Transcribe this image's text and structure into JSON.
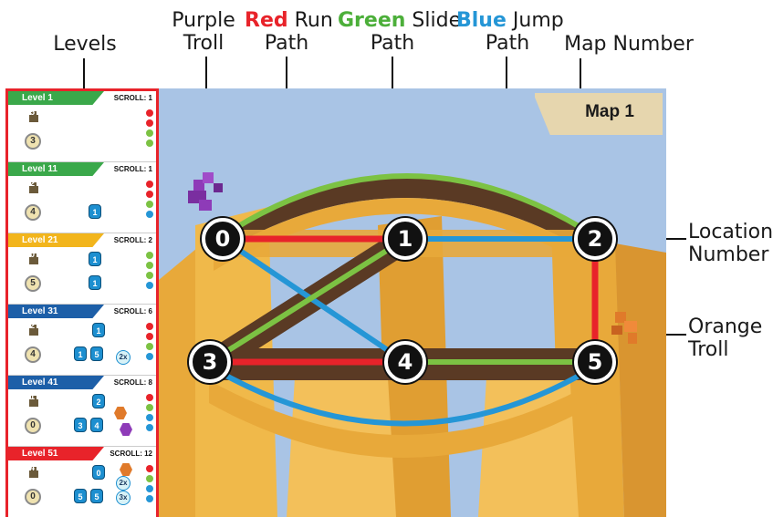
{
  "callouts": {
    "levels": "Levels",
    "purple_troll": [
      "Purple",
      "Troll"
    ],
    "red_path": {
      "color_word": "Red",
      "rest": "Run",
      "line2": "Path"
    },
    "green_path": {
      "color_word": "Green",
      "rest": "Slide",
      "line2": "Path"
    },
    "blue_path": {
      "color_word": "Blue",
      "rest": "Jump",
      "line2": "Path"
    },
    "map_number": "Map Number",
    "location_number": [
      "Location",
      "Number"
    ],
    "orange_troll": [
      "Orange",
      "Troll"
    ]
  },
  "colors": {
    "red": "#e8232a",
    "green": "#7cc243",
    "blue": "#2596d6",
    "rock": "#e8a93a",
    "rock_dark": "#5a3a24",
    "sky": "#a9c4e5"
  },
  "map": {
    "title": "Map 1",
    "locations": [
      "0",
      "1",
      "2",
      "3",
      "4",
      "5"
    ]
  },
  "levels": [
    {
      "name": "Level 1",
      "scroll": "SCROLL: 1",
      "color": "#3aa84a",
      "troll_count": "5",
      "coin": "3",
      "blue_tiles": [],
      "dots": [
        "#e8232a",
        "#e8232a",
        "#7cc243",
        "#7cc243"
      ]
    },
    {
      "name": "Level 11",
      "scroll": "SCROLL: 1",
      "color": "#3aa84a",
      "troll_count": "2",
      "coin": "4",
      "blue_tiles": [
        "1"
      ],
      "dots": [
        "#e8232a",
        "#e8232a",
        "#7cc243",
        "#2596d6"
      ]
    },
    {
      "name": "Level 21",
      "scroll": "SCROLL: 2",
      "color": "#f2b51c",
      "troll_count": "0",
      "coin": "5",
      "blue_tiles": [
        "1",
        "1"
      ],
      "dots": [
        "#7cc243",
        "#7cc243",
        "#7cc243",
        "#2596d6"
      ]
    },
    {
      "name": "Level 31",
      "scroll": "SCROLL: 6",
      "color": "#1d5fa8",
      "troll_count": "2",
      "coin": "4",
      "blue_tiles": [
        "1",
        "1",
        "5"
      ],
      "mult": [
        "2x"
      ],
      "dots": [
        "#e8232a",
        "#e8232a",
        "#7cc243",
        "#2596d6"
      ]
    },
    {
      "name": "Level 41",
      "scroll": "SCROLL: 8",
      "color": "#1d5fa8",
      "troll_count": "1",
      "coin": "0",
      "blue_tiles": [
        "2",
        "3",
        "4"
      ],
      "dots": [
        "#e8232a",
        "#7cc243",
        "#2596d6",
        "#2596d6"
      ]
    },
    {
      "name": "Level 51",
      "scroll": "SCROLL: 12",
      "color": "#e8232a",
      "troll_count": "4",
      "coin": "0",
      "blue_tiles": [
        "0",
        "5",
        "5"
      ],
      "mult": [
        "2x",
        "3x"
      ],
      "dots": [
        "#e8232a",
        "#7cc243",
        "#2596d6",
        "#2596d6"
      ]
    }
  ]
}
